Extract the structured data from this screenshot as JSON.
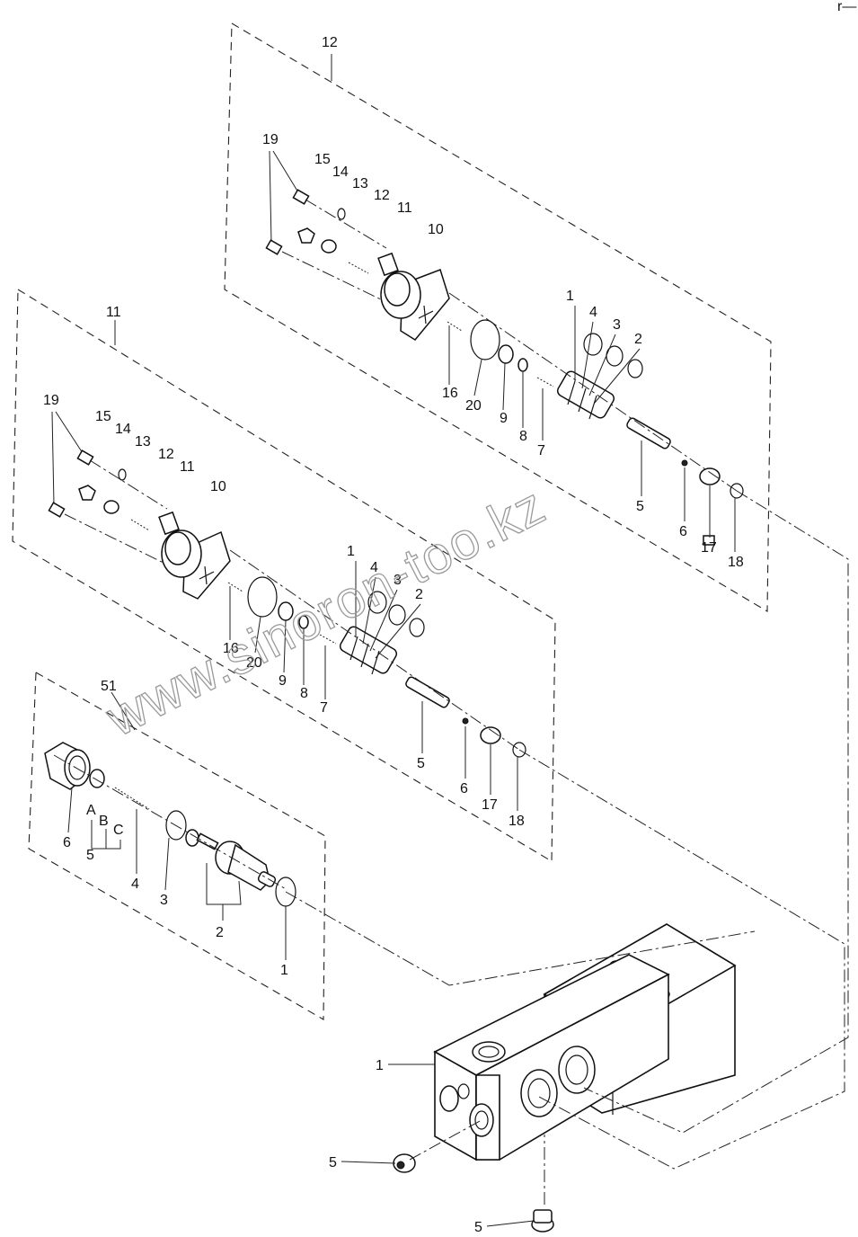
{
  "watermark": "www.sinoron-too.kz",
  "corner_mark": "r—",
  "assemblies": {
    "upper": {
      "number": "12"
    },
    "middle": {
      "number": "11"
    },
    "lower": {
      "number": "51"
    }
  },
  "labels": {
    "upper": [
      "19",
      "15",
      "14",
      "13",
      "12",
      "11",
      "10",
      "1",
      "4",
      "3",
      "2",
      "16",
      "20",
      "9",
      "8",
      "7",
      "5",
      "6",
      "17",
      "18"
    ],
    "middle": [
      "19",
      "15",
      "14",
      "13",
      "12",
      "11",
      "10",
      "1",
      "4",
      "3",
      "2",
      "16",
      "20",
      "9",
      "8",
      "7",
      "5",
      "6",
      "17",
      "18"
    ],
    "lower": [
      "6",
      "A",
      "B",
      "C",
      "5",
      "4",
      "3",
      "2",
      "1"
    ],
    "body": [
      "1",
      "5",
      "5"
    ]
  }
}
